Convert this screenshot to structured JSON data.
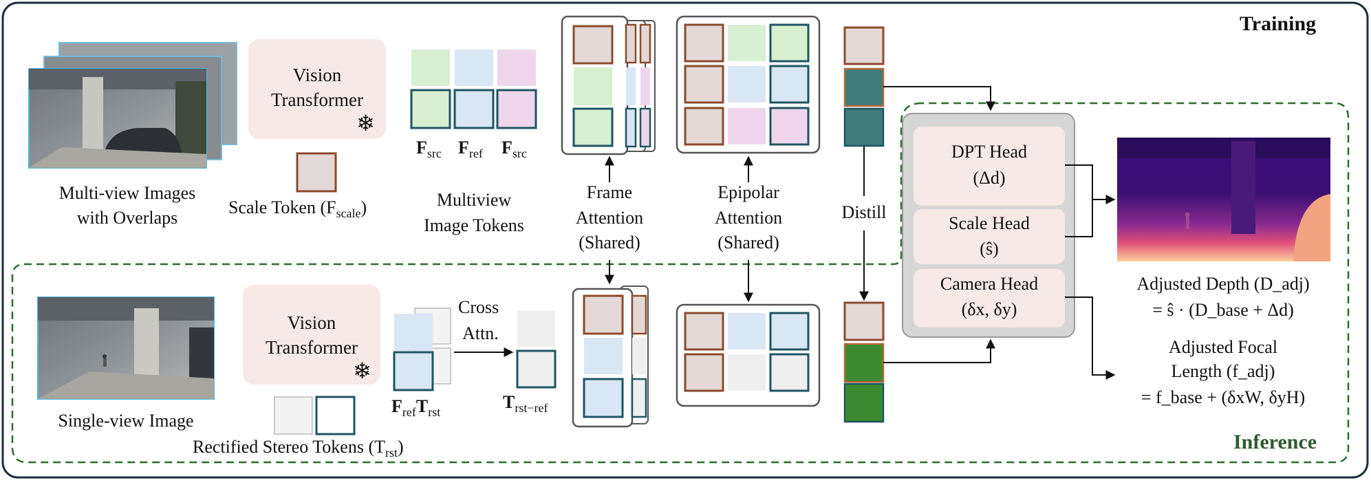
{
  "labels": {
    "training": "Training",
    "inference": "Inference",
    "multiview_images": [
      "Multi-view Images",
      "with Overlaps"
    ],
    "vit_top": [
      "Vision",
      "Transformer"
    ],
    "vit_bottom": [
      "Vision",
      "Transformer"
    ],
    "freeze_icon": "❄",
    "scale_token": "Scale Token (F",
    "scale_token_sub": "scale",
    "f_src_a": "F",
    "f_src_a_sub": "src",
    "f_ref": "F",
    "f_ref_sub": "ref",
    "f_src_b": "F",
    "f_src_b_sub": "src",
    "multiview_tokens": [
      "Multiview",
      "Image Tokens"
    ],
    "frame_attention": [
      "Frame",
      "Attention",
      "(Shared)"
    ],
    "epipolar_attention": [
      "Epipolar",
      "Attention",
      "(Shared)"
    ],
    "distill": "Distill",
    "dpt_head": [
      "DPT Head",
      "(Δd)"
    ],
    "scale_head": [
      "Scale Head",
      "(ŝ)"
    ],
    "camera_head": [
      "Camera Head",
      "(δx, δy)"
    ],
    "adjusted_depth": [
      "Adjusted Depth (D_adj)",
      "= ŝ · (D_base + Δd)"
    ],
    "adjusted_focal": [
      "Adjusted Focal",
      "Length (f_adj)",
      "= f_base + (δxW, δyH)"
    ],
    "single_view": "Single-view Image",
    "rectified_tokens": "Rectified Stereo Tokens (T",
    "rectified_tokens_sub": "rst",
    "f_ref_t_rst": [
      "F",
      "ref",
      "T",
      "rst"
    ],
    "cross_attn": [
      "Cross",
      "Attn."
    ],
    "t_rst_ref": [
      "T",
      "rst−ref"
    ]
  },
  "colors": {
    "brown": "#8a4a2e",
    "teal": "#1f5461",
    "tan_fill": "#e3d8d5",
    "green_fill": "#d8efd2",
    "blue_fill": "#d9e6f4",
    "pink_fill": "#efd6ec",
    "grey_fill": "#efefef",
    "dark_teal_fill": "#3f7c7a",
    "dark_green_fill": "#3b8a2f",
    "vit_fill": "#f7e9e6",
    "head_fill": "#f7e9e6",
    "head_group_fill": "#d8d8d8",
    "inference_green": "#2e5a2e"
  }
}
